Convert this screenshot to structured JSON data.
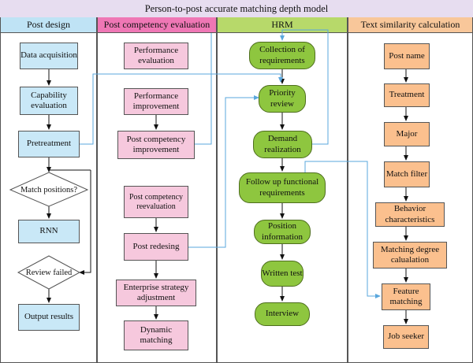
{
  "title": "Person-to-post accurate matching depth model",
  "lanes": {
    "post_design": "Post design",
    "competency": "Post competency evaluation",
    "hrm": "HRM",
    "text_sim": "Text similarity calculation"
  },
  "post_design": {
    "data_acquisition": "Data acquisition",
    "capability_evaluation": "Capability evaluation",
    "pretreatment": "Pretreatment",
    "match_positions": "Match positions?",
    "rnn": "RNN",
    "review_failed": "Review failed",
    "output_results": "Output results"
  },
  "competency": {
    "performance_evaluation": "Performance evaluation",
    "performance_improvement": "Performance improvement",
    "post_competency_improvement": "Post competency improvement",
    "post_competency_reevaluation": "Post competency reevaluation",
    "post_redesing": "Post redesing",
    "enterprise_strategy_adjustment": "Enterprise strategy adjustment",
    "dynamic_matching": "Dynamic matching"
  },
  "hrm": {
    "collection": "Collection of requirements",
    "priority_review": "Priority review",
    "demand_realization": "Demand realization",
    "follow_up": "Follow up functional requirements",
    "position_information": "Position information",
    "written_test": "Written test",
    "interview": "Interview"
  },
  "text_sim": {
    "post_name": "Post name",
    "treatment": "Treatment",
    "major": "Major",
    "match_filter": "Match filter",
    "behavior_characteristics": "Behavior characteristics",
    "matching_degree": "Matching degree calualation",
    "feature_matching": "Feature matching",
    "job_seeker": "Job seeker"
  },
  "colors": {
    "link_blue": "#5aa7dd",
    "arrow_black": "#111111"
  }
}
